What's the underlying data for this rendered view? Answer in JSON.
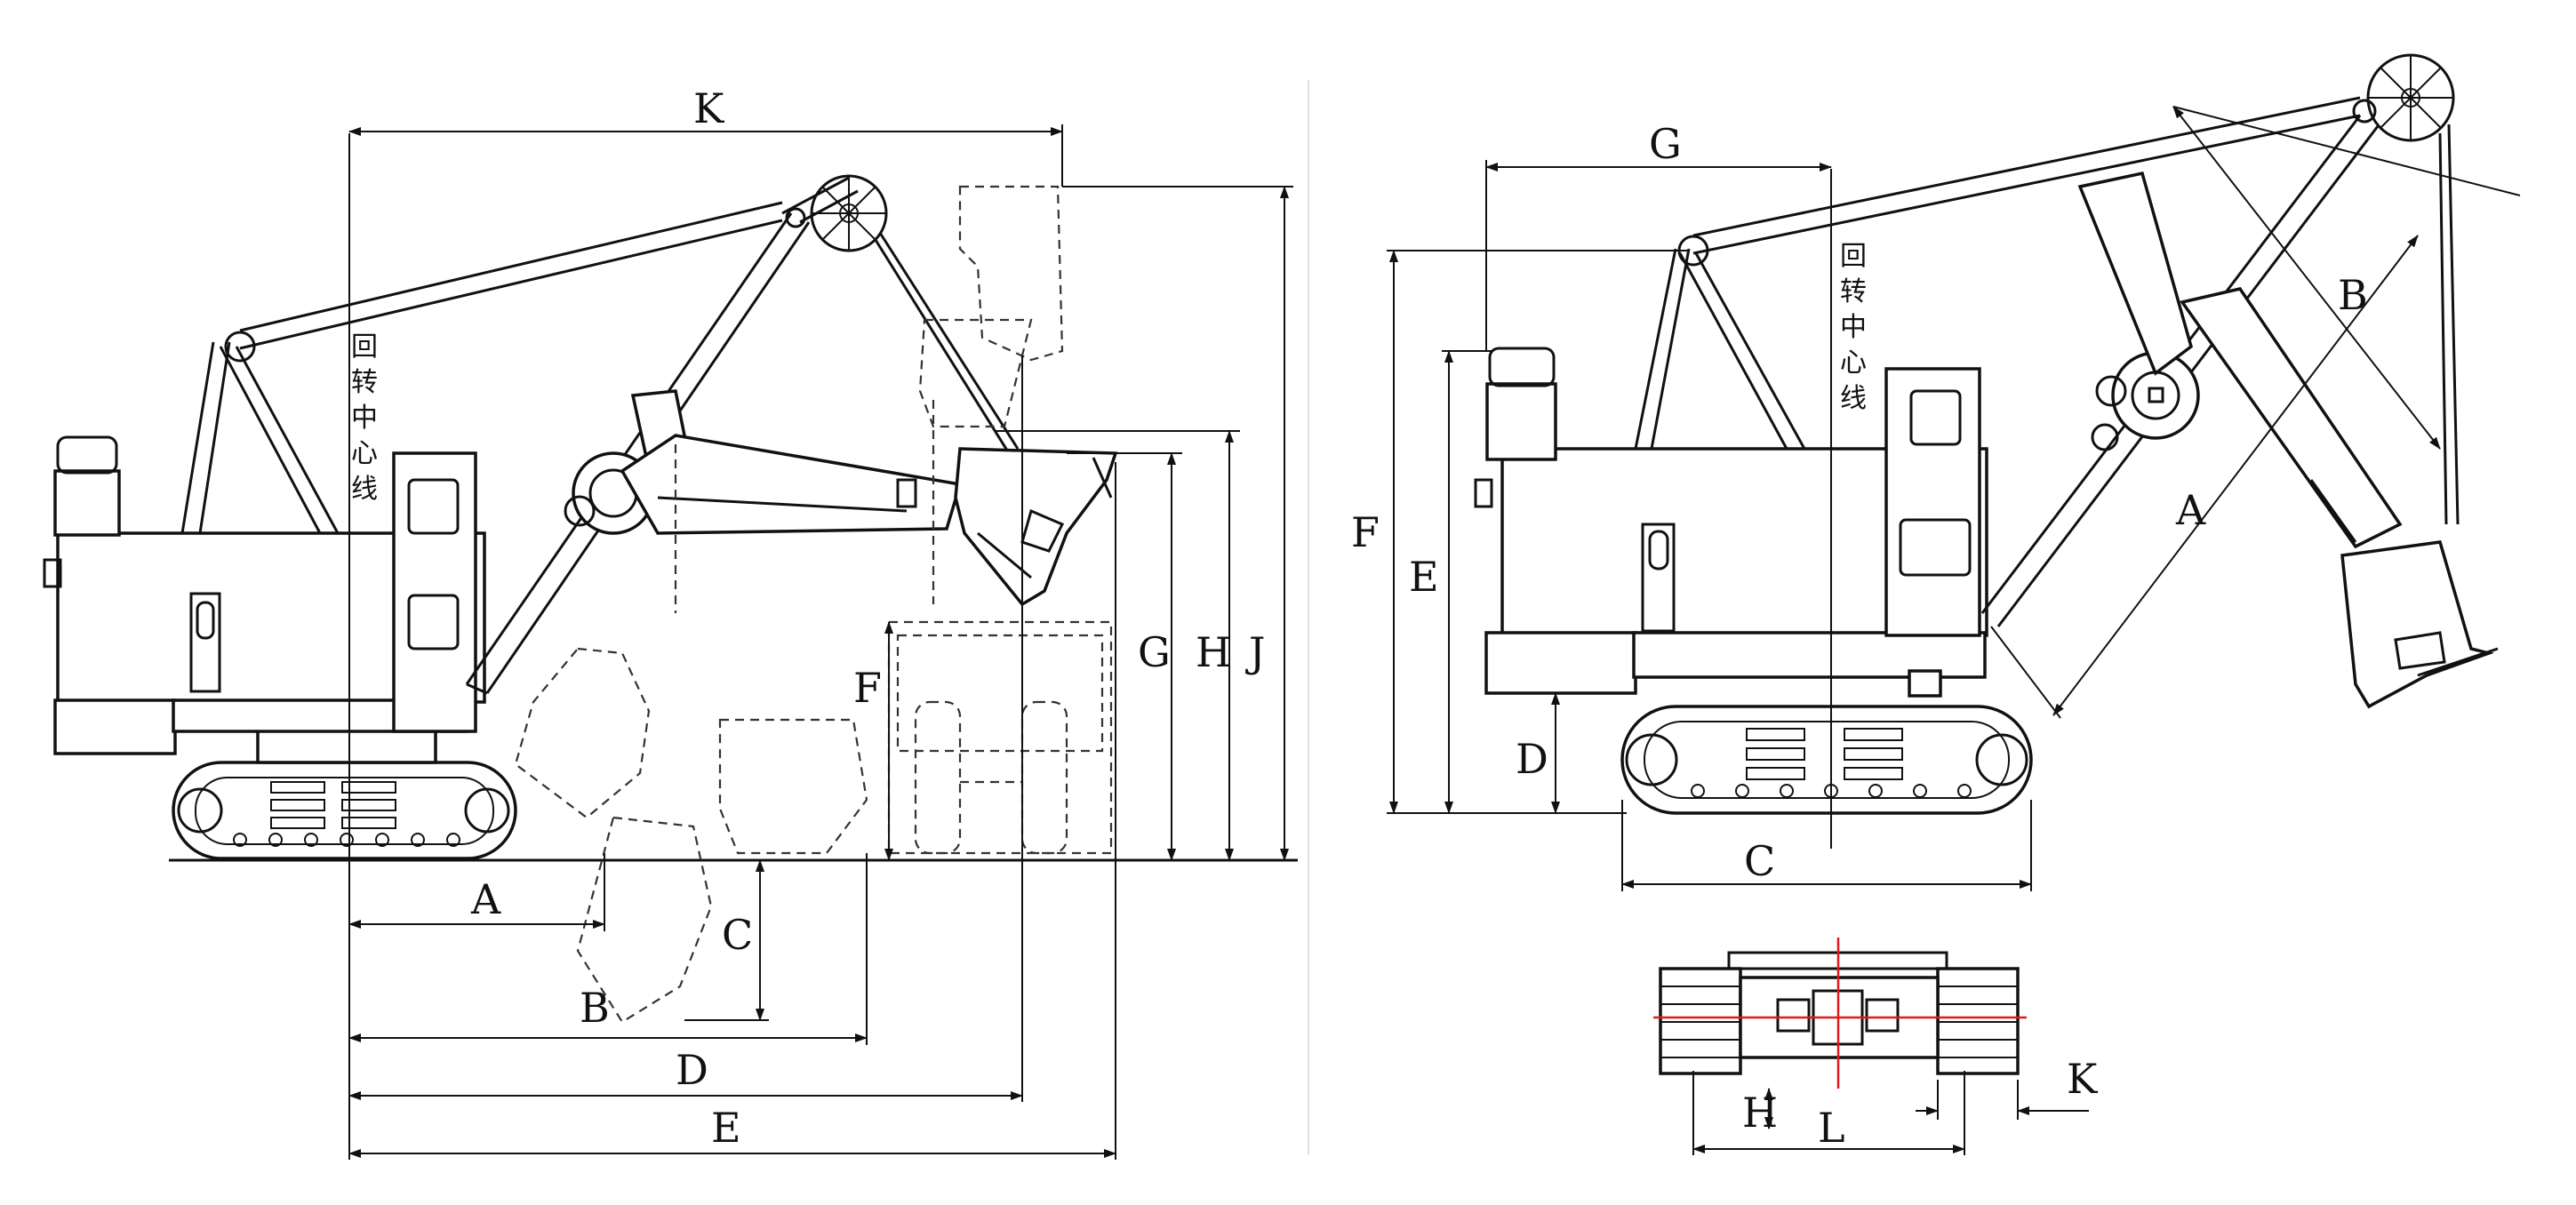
{
  "side_view": {
    "labels": {
      "K": "K",
      "A": "A",
      "B": "B",
      "C": "C",
      "D": "D",
      "E": "E",
      "F": "F",
      "G": "G",
      "H": "H",
      "J": "J"
    },
    "center_line_text": [
      "回",
      "转",
      "中",
      "心",
      "线"
    ]
  },
  "right_view": {
    "labels": {
      "G": "G",
      "F": "F",
      "E": "E",
      "D": "D",
      "C": "C",
      "B": "B",
      "A": "A"
    },
    "center_line_text": [
      "回",
      "转",
      "中",
      "心",
      "线"
    ]
  },
  "bottom_view": {
    "labels": {
      "H": "H",
      "L": "L",
      "K": "K"
    }
  }
}
